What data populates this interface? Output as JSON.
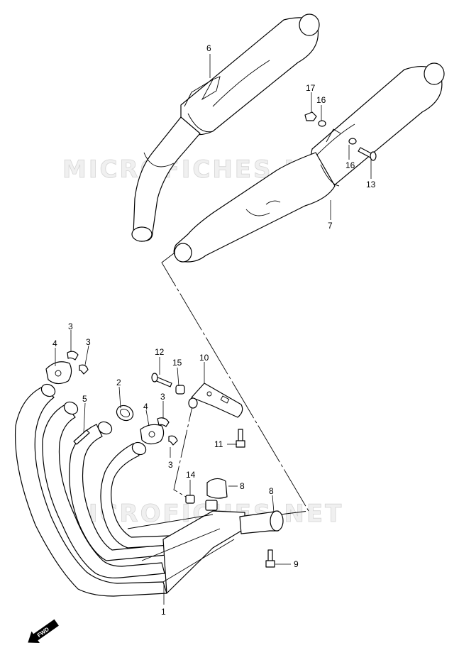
{
  "watermark": {
    "text": "MICROFICHES.NET",
    "color": "#d4d4d4"
  },
  "orientation": {
    "label": "FWD",
    "icon": "forward-arrow-icon"
  },
  "callouts": {
    "p1": "1",
    "p2": "2",
    "p3a": "3",
    "p3b": "3",
    "p3c": "3",
    "p3d": "3",
    "p4a": "4",
    "p4b": "4",
    "p5": "5",
    "p6": "6",
    "p7": "7",
    "p8a": "8",
    "p8b": "8",
    "p9": "9",
    "p10": "10",
    "p11": "11",
    "p12": "12",
    "p13": "13",
    "p14": "14",
    "p15": "15",
    "p16a": "16",
    "p16b": "16",
    "p17": "17"
  },
  "colors": {
    "line": "#000000",
    "background": "#ffffff"
  }
}
